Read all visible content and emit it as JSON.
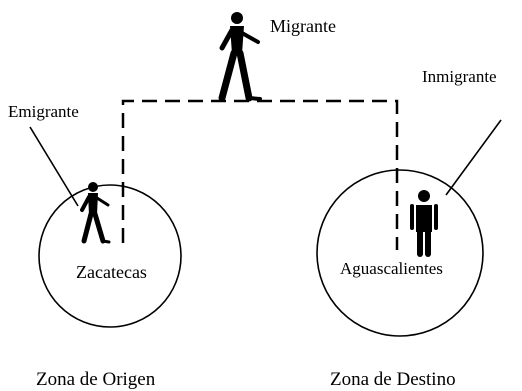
{
  "labels": {
    "migrante": "Migrante",
    "emigrante": "Emigrante",
    "inmigrante": "Inmigrante",
    "origin_city": "Zacatecas",
    "destination_city": "Aguascalientes",
    "origin_zone": "Zona de Origen",
    "destination_zone": "Zona de Destino"
  },
  "colors": {
    "ink": "#000000",
    "background": "#ffffff"
  },
  "icons": {
    "walking_person_top": "walking-person-icon",
    "walking_person_origin": "walking-person-icon",
    "standing_person_destination": "standing-person-icon"
  }
}
